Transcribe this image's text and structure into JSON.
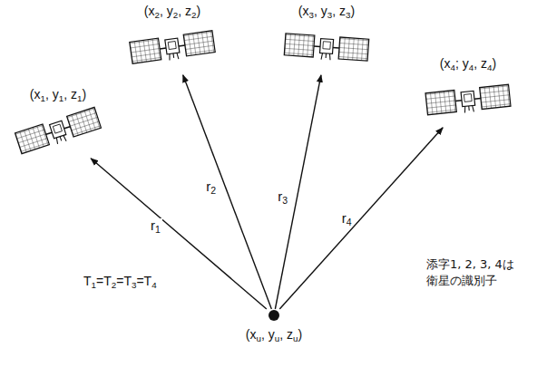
{
  "diagram": {
    "nodes": [
      {
        "text": [
          "(x1, y1, z1)"
        ]
      },
      {
        "text": [
          "(x2, y2, z2)"
        ]
      },
      {
        "text": [
          "(x3, y3, z3)"
        ]
      },
      {
        "text": [
          "(x4; y4, z4)"
        ]
      },
      {
        "text": [
          "(xu, yu, zu)"
        ]
      }
    ],
    "edges": [
      {
        "from": 4,
        "to": 0,
        "arrow": "to",
        "label": "r1"
      },
      {
        "from": 4,
        "to": 1,
        "arrow": "to",
        "label": "r2"
      },
      {
        "from": 4,
        "to": 2,
        "arrow": "to",
        "label": "r3"
      },
      {
        "from": 4,
        "to": 3,
        "arrow": "to",
        "label": "r4"
      }
    ],
    "labels": [
      "T1=T2=T3=T4",
      "添字1, 2, 3, 4は 衛星の識別子"
    ]
  }
}
